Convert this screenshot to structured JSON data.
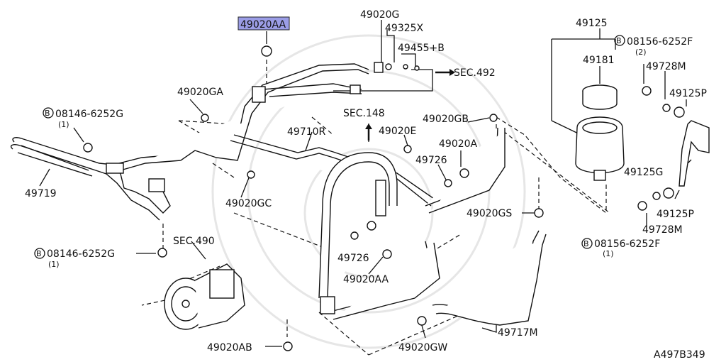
{
  "diagram_id": "A497B349",
  "highlight": {
    "label": "49020AA",
    "color": "#9b9de6"
  },
  "labels": {
    "p49020AA_top": "49020AA",
    "p49020G": "49020G",
    "p49325X": "49325X",
    "p49455B": "49455+B",
    "sec492": "SEC.492",
    "p49125": "49125",
    "p49181": "49181",
    "bolt1_code": "08156-6252F",
    "bolt1_qty": "(2)",
    "p49728M_top": "49728M",
    "p49125P_top": "49125P",
    "p49020GA": "49020GA",
    "sec148": "SEC.148",
    "p49020GB": "49020GB",
    "bolt2_code": "08146-6252G",
    "bolt2_qty": "(1)",
    "p49710R": "49710R",
    "p49020E": "49020E",
    "p49020A": "49020A",
    "p49726_top": "49726",
    "p49719": "49719",
    "p49020GC": "49020GC",
    "p49125G": "49125G",
    "p49020GS": "49020GS",
    "p49125P_bot": "49125P",
    "sec490": "SEC.490",
    "p49728M_bot": "49728M",
    "bolt3_code": "08146-6252G",
    "bolt3_qty": "(1)",
    "bolt4_code": "08156-6252F",
    "bolt4_qty": "(1)",
    "p49726_bot": "49726",
    "p49020AA_bot": "49020AA",
    "p49717M": "49717M",
    "p49020AB": "49020AB",
    "p49020GW": "49020GW",
    "bolt_symbol": "B"
  }
}
